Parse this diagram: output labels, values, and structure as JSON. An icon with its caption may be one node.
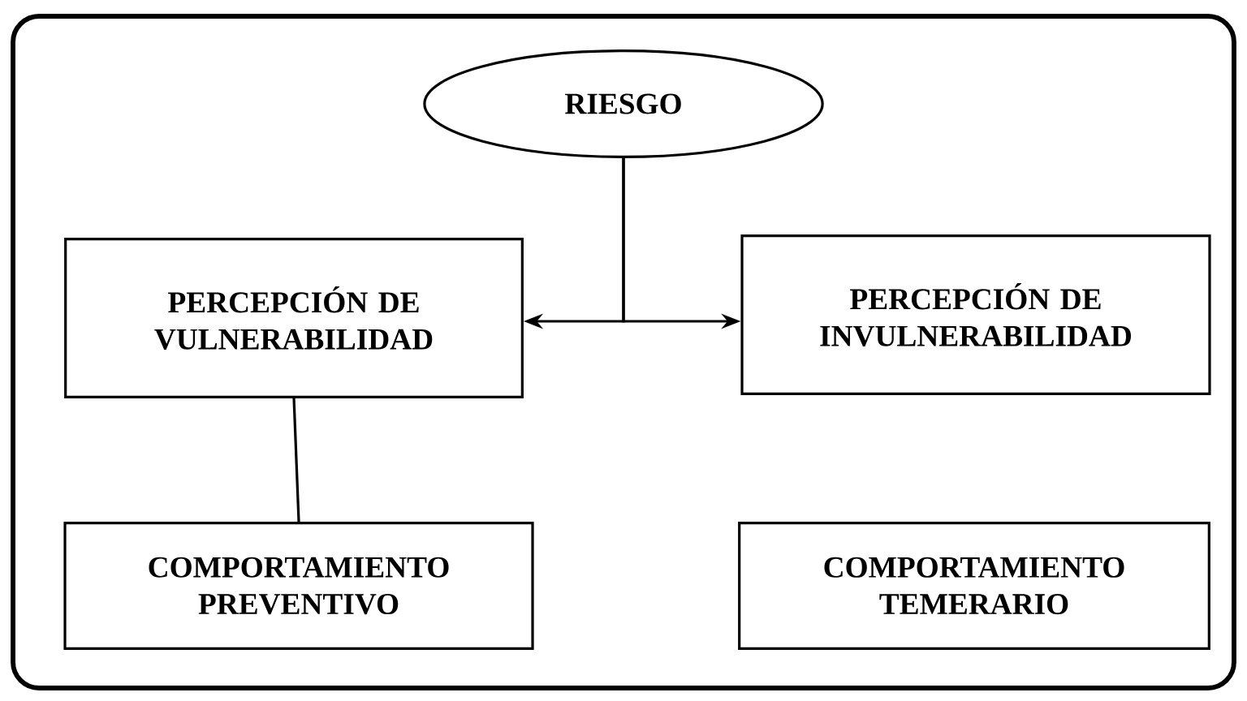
{
  "diagram": {
    "nodes": [
      {
        "text": [
          "RIESGO"
        ]
      },
      {
        "text": [
          "PERCEPCIÓN DE VULNERABILIDAD"
        ]
      },
      {
        "text": [
          "PERCEPCIÓN DE INVULNERABILIDAD"
        ]
      },
      {
        "text": [
          "COMPORTAMIENTO PREVENTIVO"
        ]
      },
      {
        "text": [
          "COMPORTAMIENTO TEMERARIO"
        ]
      }
    ],
    "edges": [
      {
        "from": 0,
        "to": 1,
        "arrow": "to"
      },
      {
        "from": 0,
        "to": 2,
        "arrow": "to"
      },
      {
        "from": 1,
        "to": 3,
        "arrow": "none"
      }
    ]
  }
}
